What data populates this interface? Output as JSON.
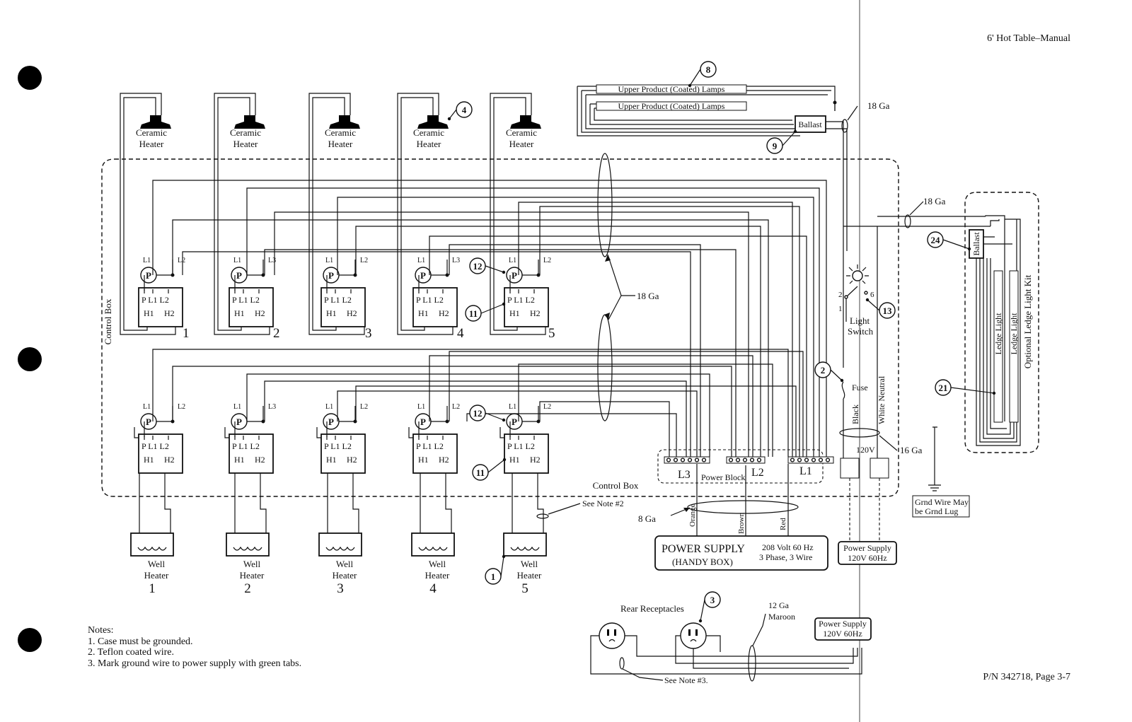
{
  "header": {
    "title": "6' Hot Table–Manual",
    "footer": "P/N 342718, Page 3-7"
  },
  "labels": {
    "ceramic_heater_line1": "Ceramic",
    "ceramic_heater_line2": "Heater",
    "well_heater_line1": "Well",
    "well_heater_line2": "Heater",
    "numbers": [
      "1",
      "2",
      "3",
      "4",
      "5"
    ],
    "control_box": "Control Box",
    "upper_lamp": "Upper Product (Coated) Lamps",
    "ballast": "Ballast",
    "ga18": "18 Ga",
    "ga16": "16 Ga",
    "ga8": "8 Ga",
    "ga12": "12 Ga",
    "maroon": "Maroon",
    "relay": {
      "p": "P",
      "l1": "L1",
      "l2": "L2",
      "l3": "L3",
      "h1": "H1",
      "h2": "H2"
    },
    "light_switch_line1": "Light",
    "light_switch_line2": "Switch",
    "switch_term_1": "1",
    "switch_term_2": "2",
    "switch_term_6": "6",
    "fuse": "Fuse",
    "black": "Black",
    "white_neutral": "White Neutral",
    "v120": "120V",
    "power_block": "Power Block",
    "block_l3": "L3",
    "block_l2": "L2",
    "block_l1": "L1",
    "orange": "Orange",
    "brown": "Brown",
    "red": "Red",
    "power_supply_main_line1": "POWER SUPPLY",
    "power_supply_main_line2": "(HANDY BOX)",
    "power_supply_spec_line1": "208 Volt 60 Hz",
    "power_supply_spec_line2": "3 Phase, 3 Wire",
    "power_supply_120_line1": "Power Supply",
    "power_supply_120_line2": "120V 60Hz",
    "grnd_line1": "Grnd Wire May",
    "grnd_line2": "be Grnd Lug",
    "see_note2": "See Note #2",
    "see_note3": "See Note #3.",
    "rear_receptacles": "Rear Receptacles",
    "optional_kit": "Optional Ledge Light Kit",
    "ledge_light": "Ledge Light",
    "callouts": [
      "1",
      "2",
      "3",
      "4",
      "8",
      "9",
      "11",
      "12",
      "13",
      "21",
      "24"
    ]
  },
  "notes": {
    "heading": "Notes:",
    "items": [
      "1. Case must be grounded.",
      "2. Teflon coated wire.",
      "3. Mark ground wire to power supply with green tabs."
    ]
  }
}
